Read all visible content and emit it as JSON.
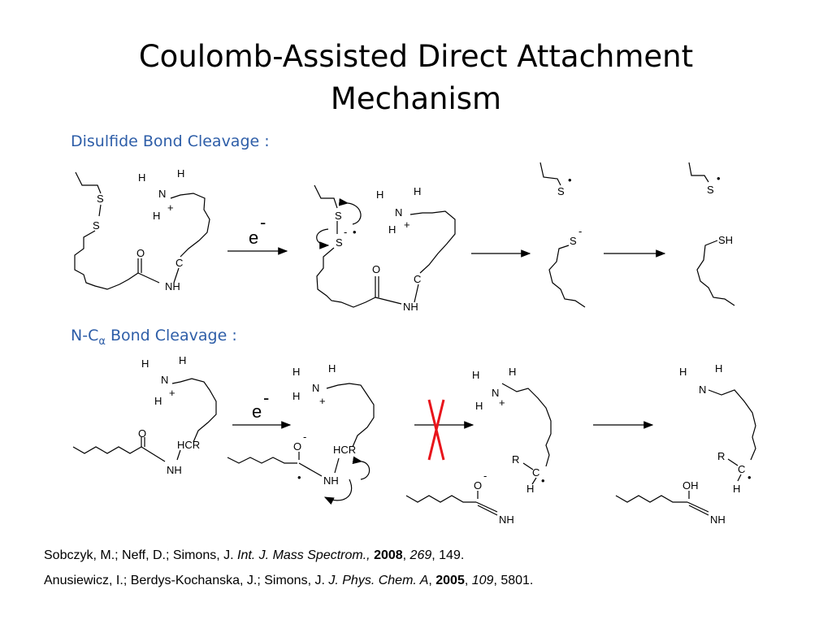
{
  "slide": {
    "title_line1": "Coulomb-Assisted Direct Attachment",
    "title_line2": "Mechanism",
    "section1_label": "Disulfide Bond Cleavage :",
    "section2_label_prefix": "N-C",
    "section2_label_alpha": "α",
    "section2_label_suffix": " Bond Cleavage :"
  },
  "scheme_text": {
    "electron": "e",
    "minus": "-",
    "S": "S",
    "SH": "SH",
    "N": "N",
    "H": "H",
    "plus": "+",
    "C": "C",
    "O": "O",
    "NH": "NH",
    "HCR": "HCR",
    "R": "R",
    "OH": "OH",
    "radical_dot": "•"
  },
  "references": [
    {
      "authors": "Sobczyk, M.; Neff, D.;  Simons, J.  ",
      "journal": "Int. J.  Mass Spectrom.,",
      "sep1": " ",
      "year": "2008",
      "sep2": ", ",
      "volume": "269",
      "pages": ", 149."
    },
    {
      "authors": "Anusiewicz, I.; Berdys-Kochanska, J.; Simons, J. ",
      "journal": "J. Phys. Chem. A",
      "sep1": ", ",
      "year": "2005",
      "sep2": ", ",
      "volume": "109",
      "pages": ", 5801."
    }
  ],
  "colors": {
    "label_blue": "#2e5ea8",
    "cross_red": "#e8141b"
  }
}
